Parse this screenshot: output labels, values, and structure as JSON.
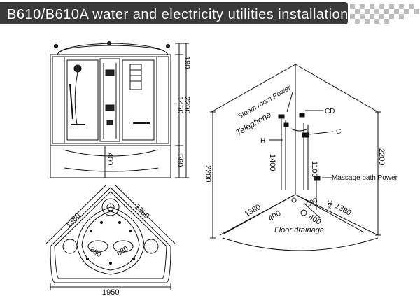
{
  "header": {
    "title": "B610/B610A water and electricity utilities installation"
  },
  "front_view": {
    "dims": {
      "top": "190",
      "body": "1450",
      "total": "2200",
      "base": "560",
      "seat": "400"
    }
  },
  "top_view": {
    "dims": {
      "left_side": "1380",
      "right_side": "1380",
      "width": "1950",
      "seat_left": "880",
      "seat_right": "880"
    }
  },
  "corner_view": {
    "labels": {
      "steam_power": "Steam room Power",
      "telephone": "Telephone",
      "h": "H",
      "cd": "CD",
      "c": "C",
      "massage": "Massage bath Power",
      "floor": "Floor drainage"
    },
    "dims": {
      "left_height": "2200",
      "right_height": "2200",
      "h_height": "1400",
      "c_height": "1100",
      "left_base": "1380",
      "right_base": "1380",
      "drain_left": "400",
      "drain_right": "400",
      "small_a": "300",
      "small_b": "350"
    }
  }
}
